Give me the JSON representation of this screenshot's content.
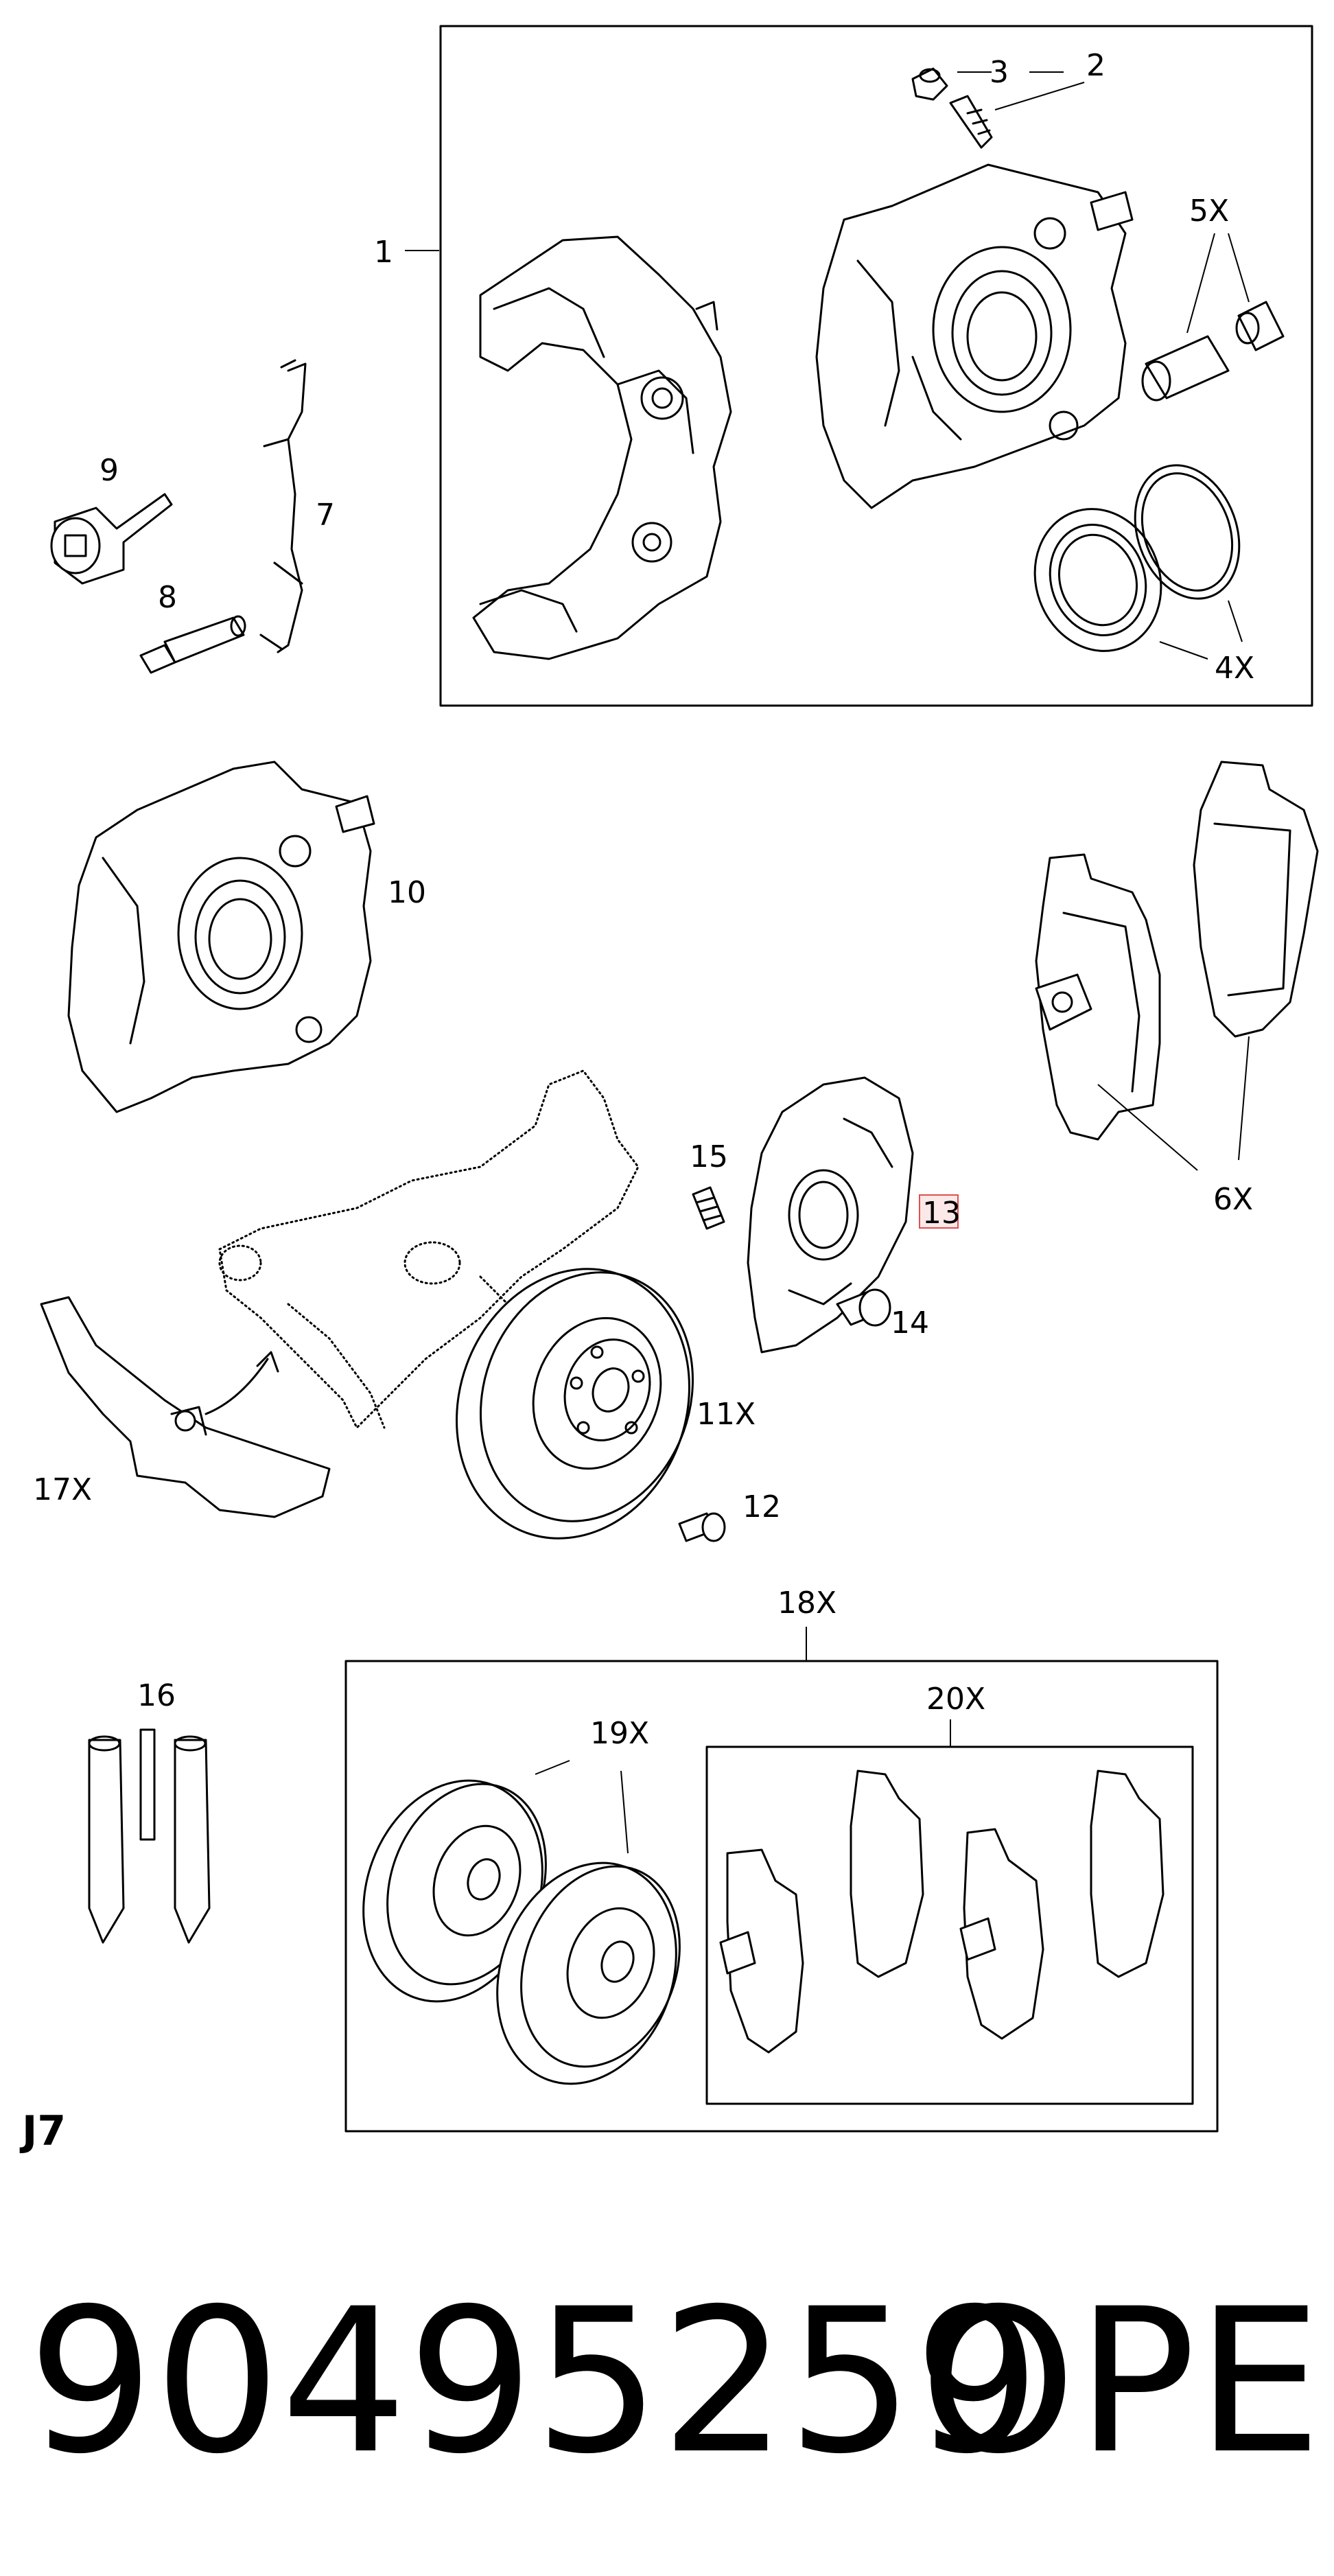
{
  "labels": {
    "l1": "1",
    "l2": "2",
    "l3": "3",
    "l4x": "4X",
    "l5x": "5X",
    "l6x": "6X",
    "l7": "7",
    "l8": "8",
    "l9": "9",
    "l10": "10",
    "l11x": "11X",
    "l12": "12",
    "l13": "13",
    "l14": "14",
    "l15": "15",
    "l16": "16",
    "l17x": "17X",
    "l18x": "18X",
    "l19x": "19X",
    "l20x": "20X"
  },
  "section_code": "J7",
  "part_number": "90495259",
  "brand": "OPEL",
  "colors": {
    "line": "#000000",
    "highlight_fill": "#fde8e8",
    "highlight_stroke": "#e05050"
  }
}
